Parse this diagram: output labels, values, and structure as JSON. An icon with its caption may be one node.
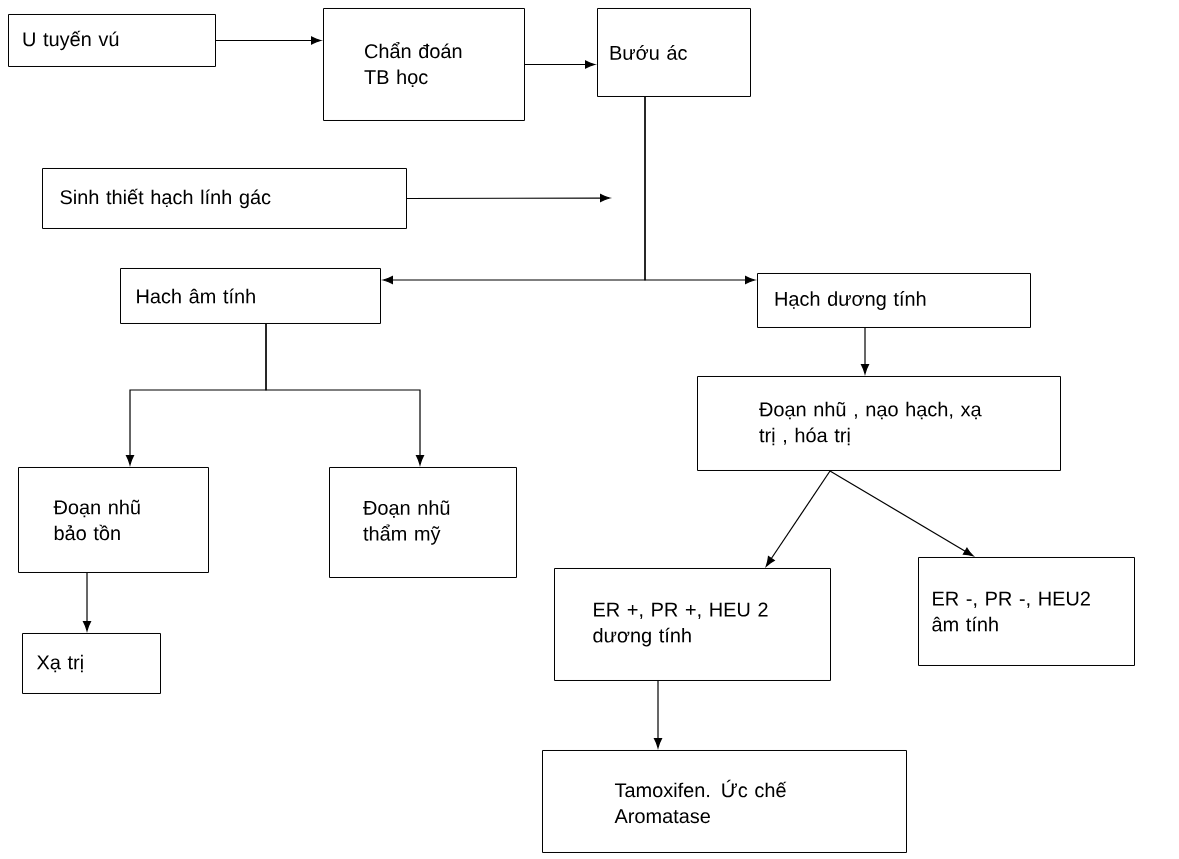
{
  "diagram": {
    "nodes": [
      {
        "text": [
          "U tuyến vú"
        ]
      },
      {
        "text": [
          "Chẩn đoán TB học"
        ]
      },
      {
        "text": [
          "Bướu ác"
        ]
      },
      {
        "text": [
          "Sinh thiết hạch lính gác"
        ]
      },
      {
        "text": [
          "Hach âm tính"
        ]
      },
      {
        "text": [
          "Hạch dương tính"
        ]
      },
      {
        "text": [
          "Đoạn nhũ bảo tồn"
        ]
      },
      {
        "text": [
          "Đoạn nhũ thẩm mỹ"
        ]
      },
      {
        "text": [
          "Đoạn nhũ , nạo hạch, xạ trị , hóa trị"
        ]
      },
      {
        "text": [
          "ER +, PR +, HEU 2 dương tính"
        ]
      },
      {
        "text": [
          "ER -, PR -, HEU2 âm tính"
        ]
      },
      {
        "text": [
          "Xạ trị"
        ]
      },
      {
        "text": [
          "Tamoxifen. Ức chế Aromatase"
        ]
      }
    ],
    "edges": [
      {
        "from": 0,
        "to": 1,
        "arrow": "to"
      },
      {
        "from": 1,
        "to": 2,
        "arrow": "to"
      },
      {
        "from": 2,
        "to": 4,
        "arrow": "to"
      },
      {
        "from": 2,
        "to": 5,
        "arrow": "to"
      },
      {
        "from": 3,
        "to": null,
        "arrow": "to"
      },
      {
        "from": 4,
        "to": 6,
        "arrow": "to"
      },
      {
        "from": 4,
        "to": 7,
        "arrow": "to"
      },
      {
        "from": 5,
        "to": 8,
        "arrow": "to"
      },
      {
        "from": 8,
        "to": 9,
        "arrow": "to"
      },
      {
        "from": 8,
        "to": 10,
        "arrow": "to"
      },
      {
        "from": 6,
        "to": 11,
        "arrow": "to"
      },
      {
        "from": 9,
        "to": 12,
        "arrow": "to"
      }
    ]
  }
}
